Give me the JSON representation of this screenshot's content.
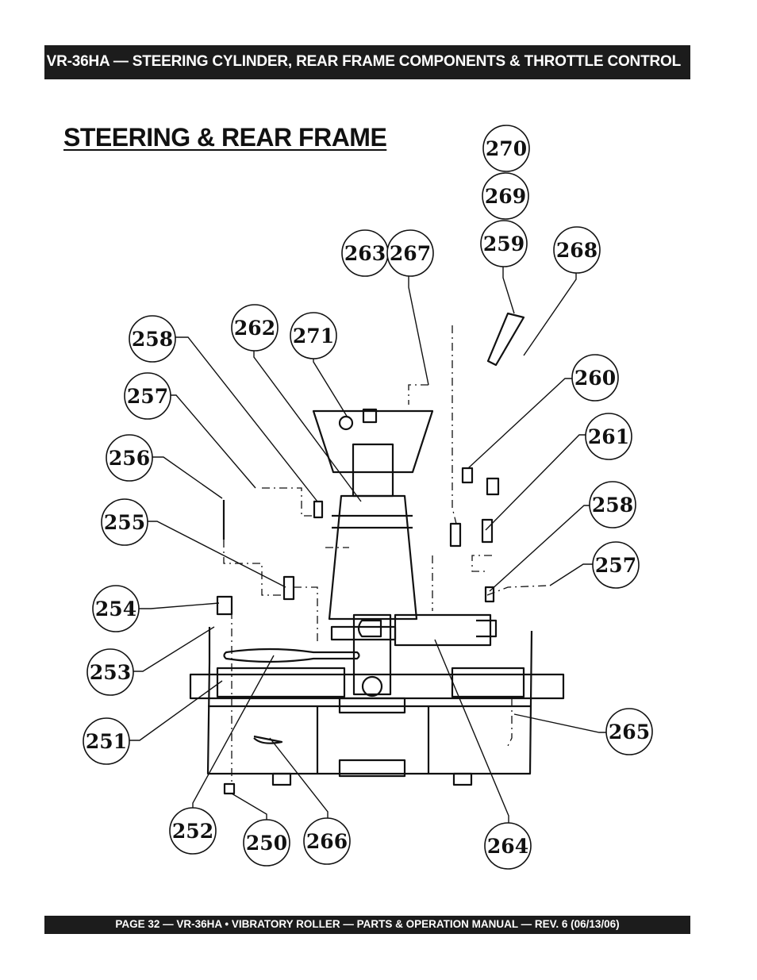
{
  "header": {
    "title": "VR-36HA — STEERING CYLINDER, REAR FRAME COMPONENTS & THROTTLE CONTROL"
  },
  "section": {
    "title": "STEERING & REAR FRAME"
  },
  "callouts": [
    "270",
    "269",
    "259",
    "268",
    "263",
    "267",
    "262",
    "271",
    "258",
    "257",
    "256",
    "255",
    "254",
    "253",
    "251",
    "260",
    "261",
    "258",
    "257",
    "265",
    "252",
    "250",
    "266",
    "264"
  ],
  "footer": {
    "text": "PAGE 32 — VR-36HA • VIBRATORY ROLLER — PARTS & OPERATION MANUAL — REV. 6 (06/13/06)"
  }
}
